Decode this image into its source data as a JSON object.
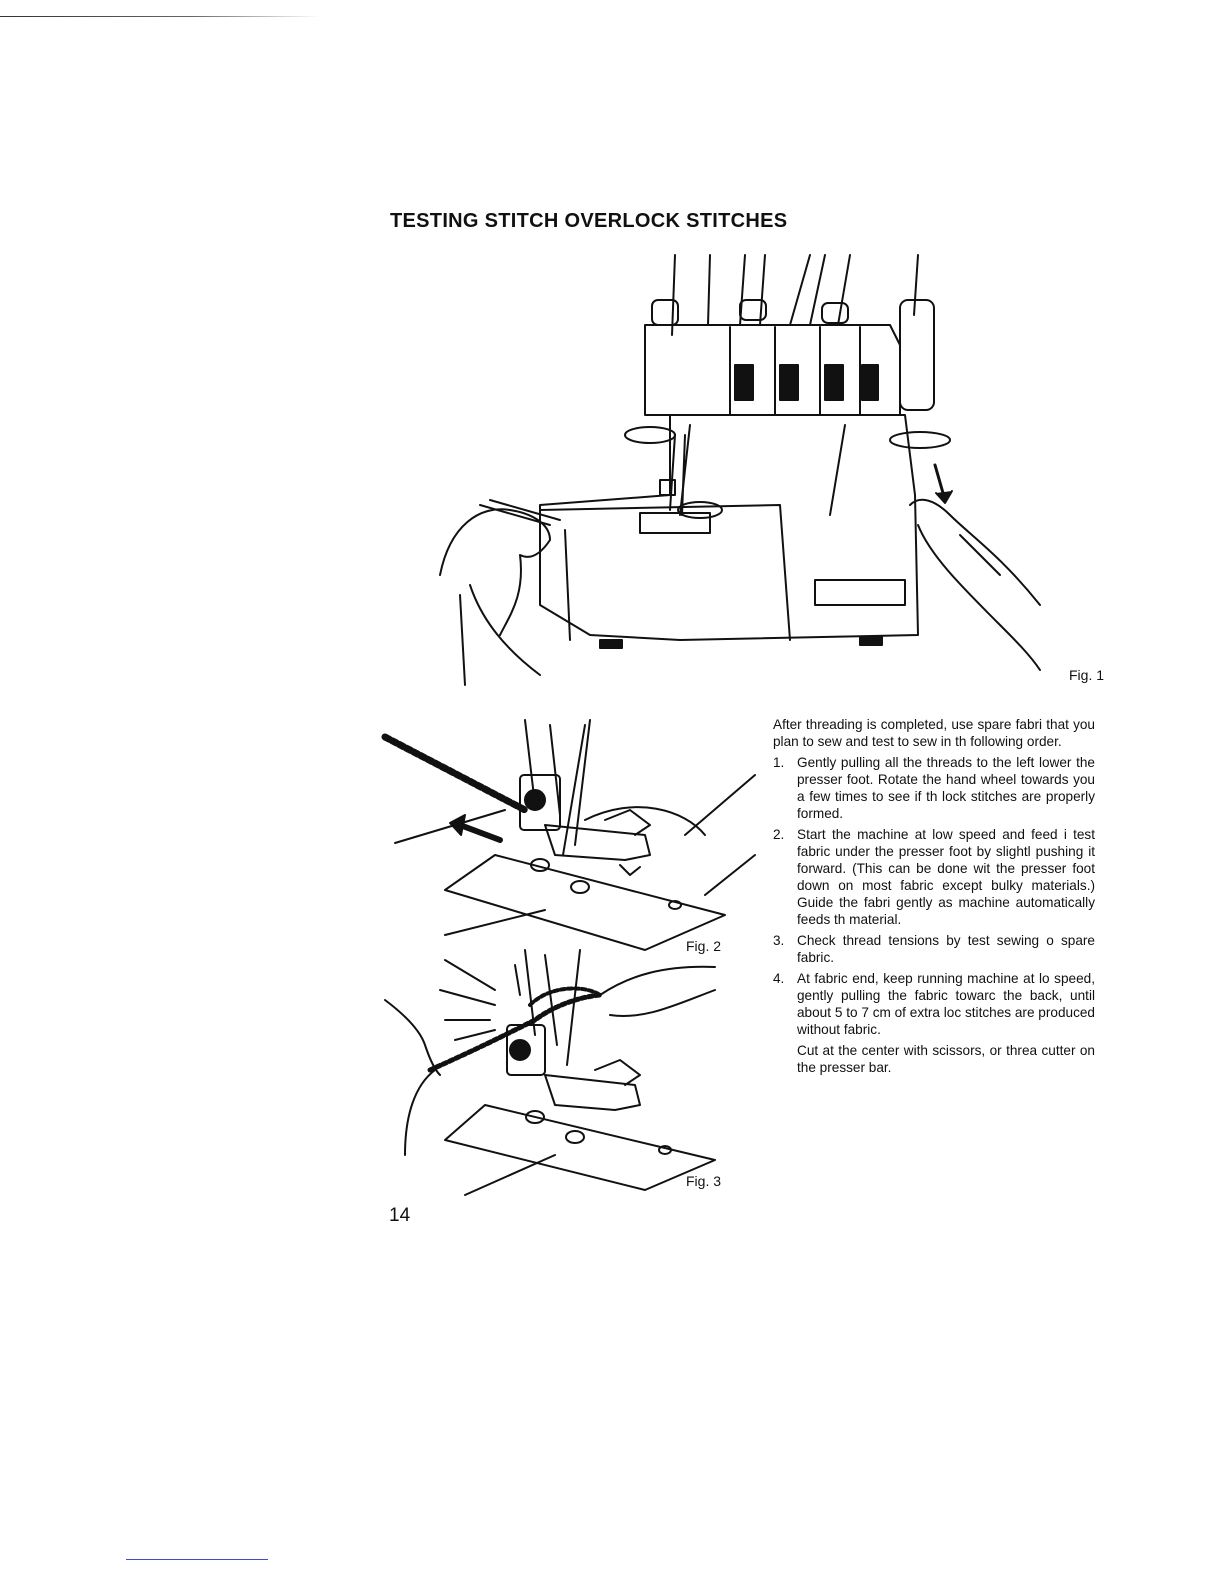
{
  "page": {
    "title": "TESTING STITCH OVERLOCK STITCHES",
    "page_number": "14"
  },
  "figures": {
    "fig1": "Fig. 1",
    "fig2": "Fig. 2",
    "fig3": "Fig. 3"
  },
  "instructions": {
    "intro": "After threading is completed, use spare fabri that you plan to sew and test to sew in th following order.",
    "steps": [
      {
        "num": "1.",
        "text": "Gently pulling all the threads to the left lower the presser foot. Rotate the hand wheel towards you a few times to see if th lock stitches are properly formed."
      },
      {
        "num": "2.",
        "text": "Start the machine at low speed and feed i test fabric under the presser foot by slightl pushing it forward. (This can be done wit the presser foot down on most fabric except bulky materials.) Guide the fabri gently as machine automatically feeds th material."
      },
      {
        "num": "3.",
        "text": "Check thread tensions by test sewing o spare fabric."
      },
      {
        "num": "4.",
        "text": "At fabric end, keep running machine at lo speed, gently pulling the fabric towarc the back, until about 5 to 7 cm of extra loc stitches are produced without fabric."
      }
    ],
    "cut_note": "Cut at the center with scissors, or threa cutter on the presser bar."
  },
  "colors": {
    "ink": "#111111",
    "bottom_rule": "#3a4fd0"
  }
}
